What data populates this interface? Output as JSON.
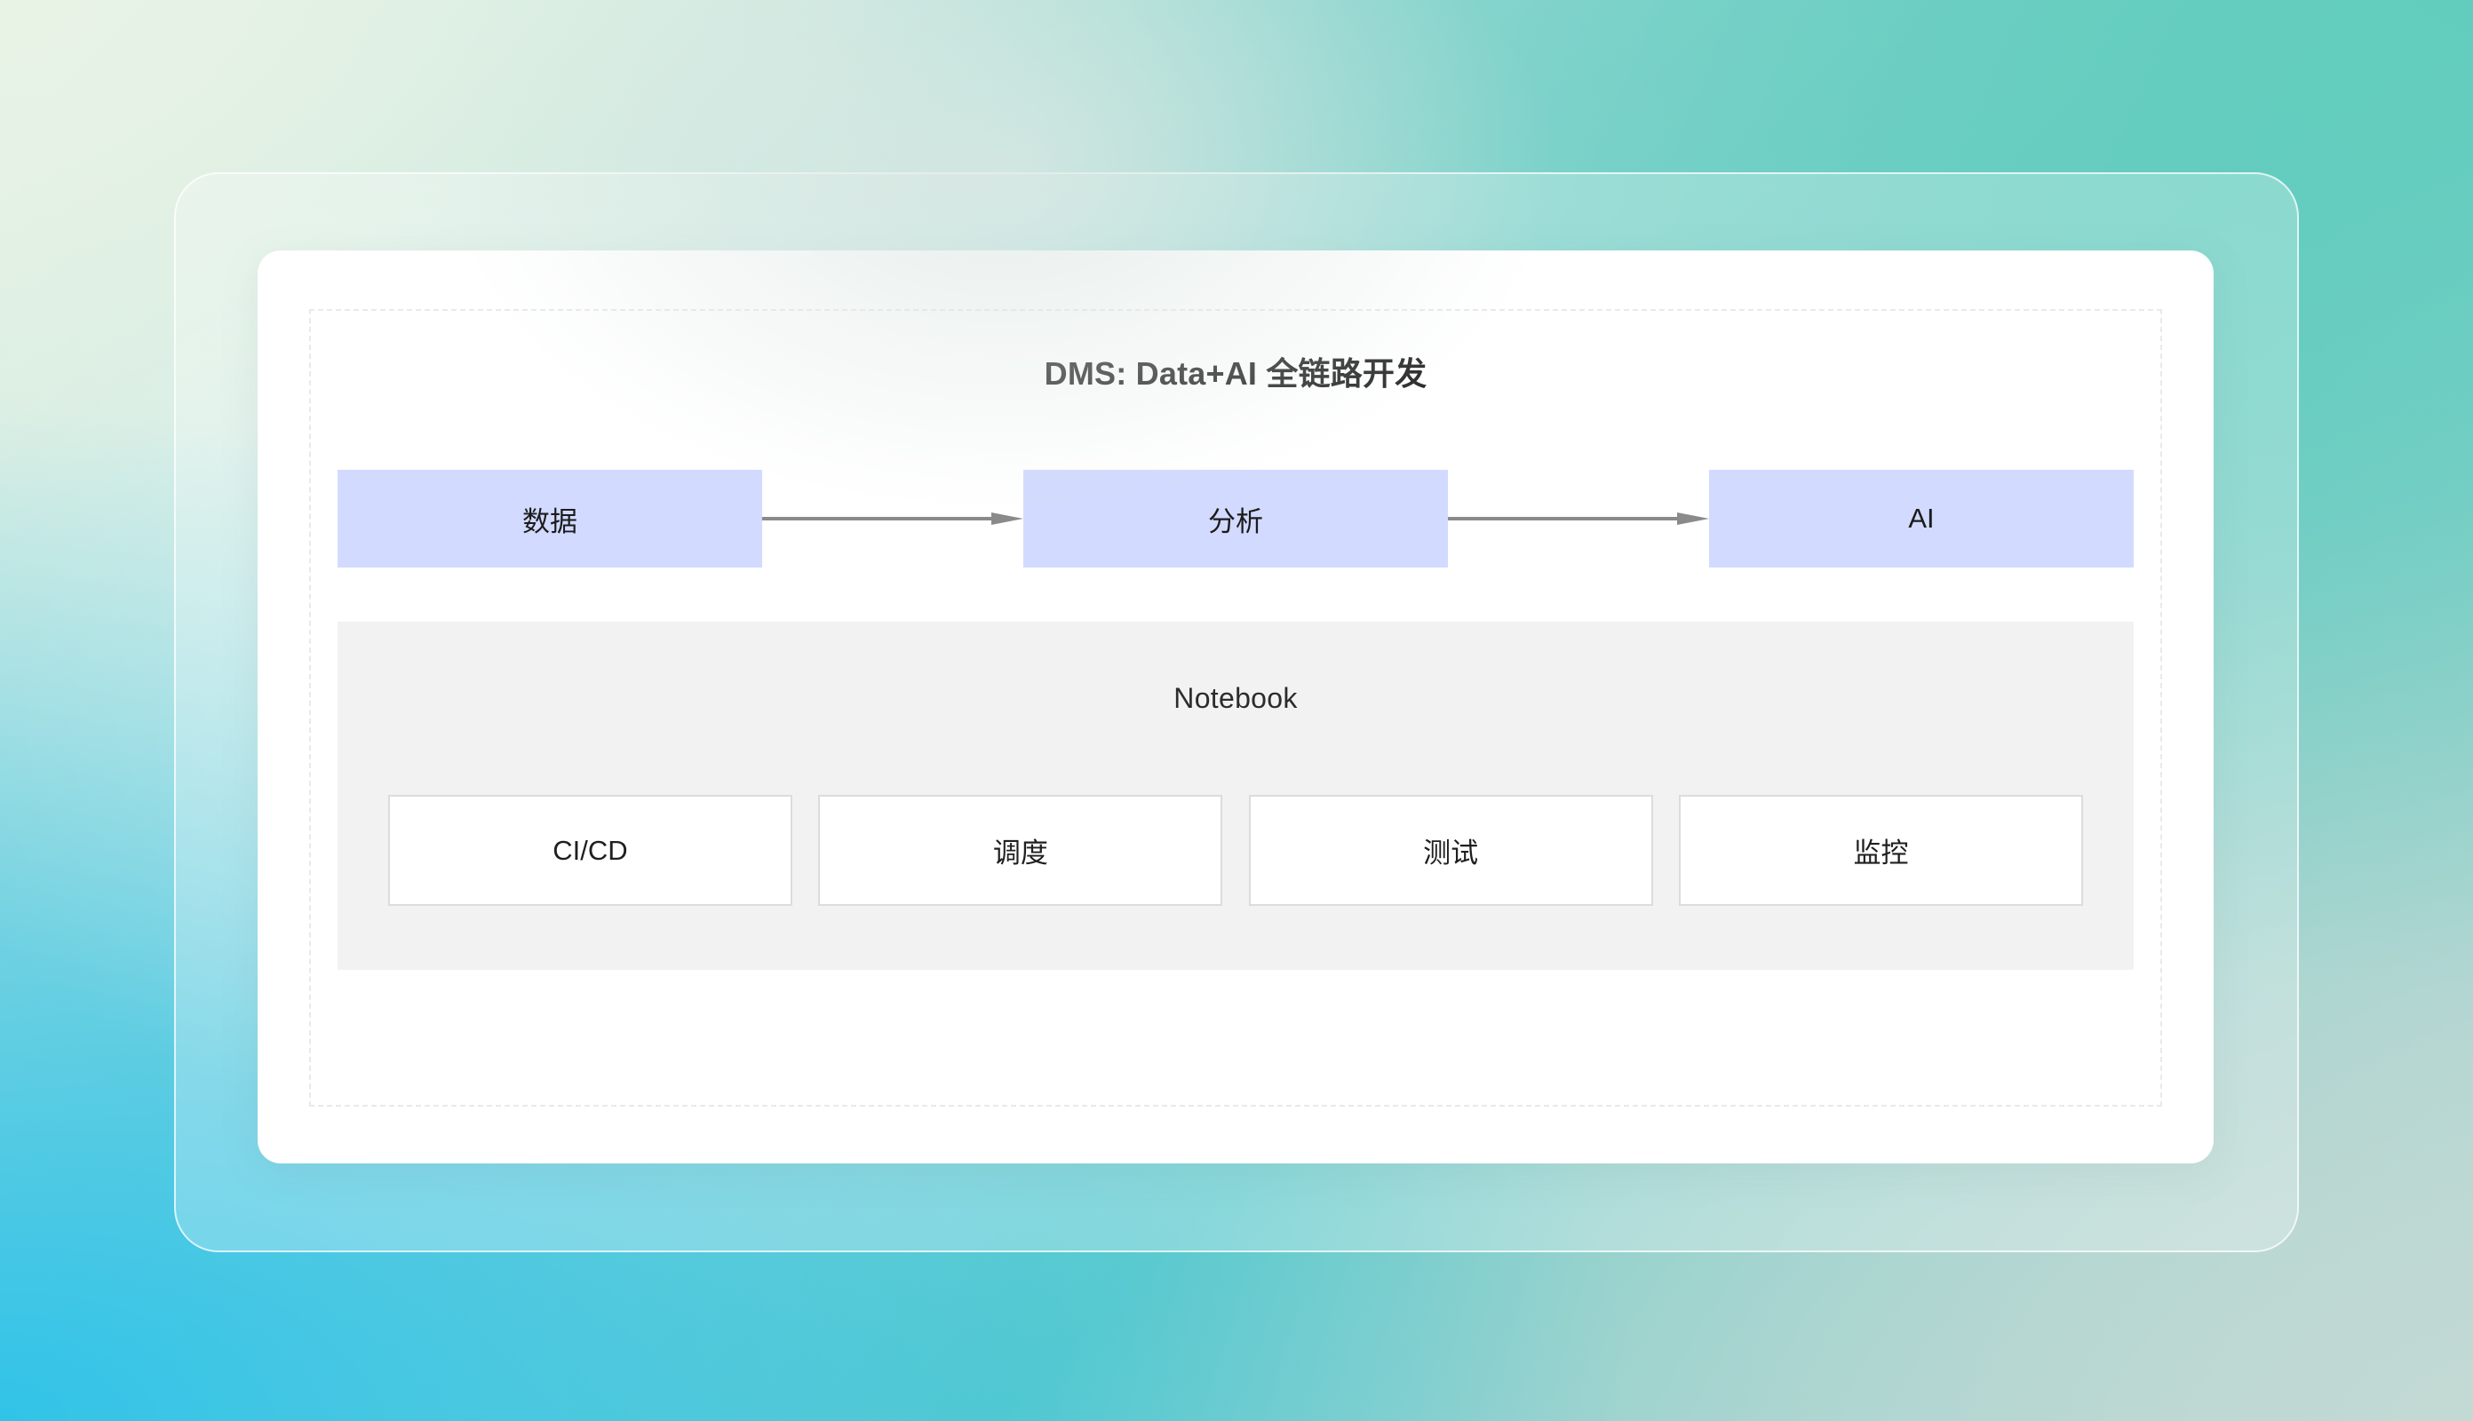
{
  "theme": {
    "background_gradient_stops": [
      "#e4f1e3",
      "#63cbc5",
      "#31c3e8",
      "#c2d9d4"
    ],
    "node_fill": "#d2daff",
    "panel_fill": "#f2f2f2",
    "arrow_color": "#8a8a8a",
    "card_fill": "#ffffff",
    "dashed_border_color": "#e9e9e9",
    "subbox_border_color": "#dcdcdc"
  },
  "diagram": {
    "title": "DMS: Data+AI 全链路开发",
    "flow": {
      "nodes": [
        {
          "label": "数据"
        },
        {
          "label": "分析"
        },
        {
          "label": "AI"
        }
      ],
      "arrows": [
        {
          "from": "数据",
          "to": "分析",
          "direction": "right"
        },
        {
          "from": "分析",
          "to": "AI",
          "direction": "right"
        }
      ]
    },
    "notebook": {
      "label": "Notebook",
      "items": [
        {
          "label": "CI/CD"
        },
        {
          "label": "调度"
        },
        {
          "label": "测试"
        },
        {
          "label": "监控"
        }
      ]
    }
  }
}
